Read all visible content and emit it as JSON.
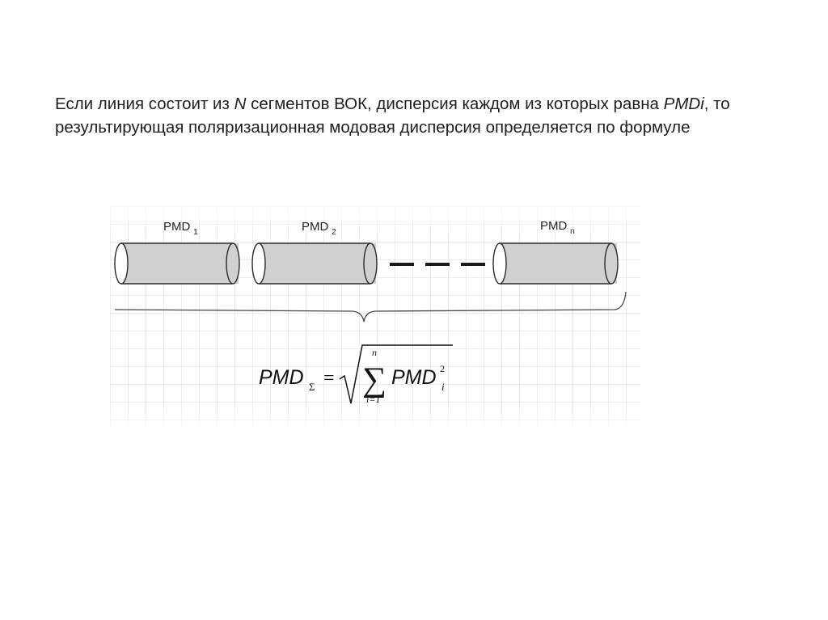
{
  "slide": {
    "paragraph": {
      "part1": "Если линия состоит из ",
      "var_n": "N",
      "part2": " сегментов ВОК, дисперсия каждом из которых равна ",
      "var_pmdi": "PMDi",
      "part3": ", то результирующая поляризационная модовая дисперсия определяется по формуле"
    }
  },
  "diagram": {
    "segments": [
      {
        "label": "PMD",
        "subscript": "1"
      },
      {
        "label": "PMD",
        "subscript": "2"
      },
      {
        "label": "PMD",
        "subscript": "n"
      }
    ],
    "formula": {
      "lhs": "PMD",
      "lhs_subscript": "Σ",
      "equals": "=",
      "sum_symbol": "∑",
      "upper_limit": "n",
      "lower_limit": "i=1",
      "term": "PMD",
      "term_subscript": "i",
      "term_superscript": "2"
    }
  },
  "colors": {
    "text": "#1e1e1e",
    "grid": "#d8dbe4",
    "cylinder_fill": "#d0d0d0",
    "cylinder_stroke": "#2a2a2a"
  }
}
